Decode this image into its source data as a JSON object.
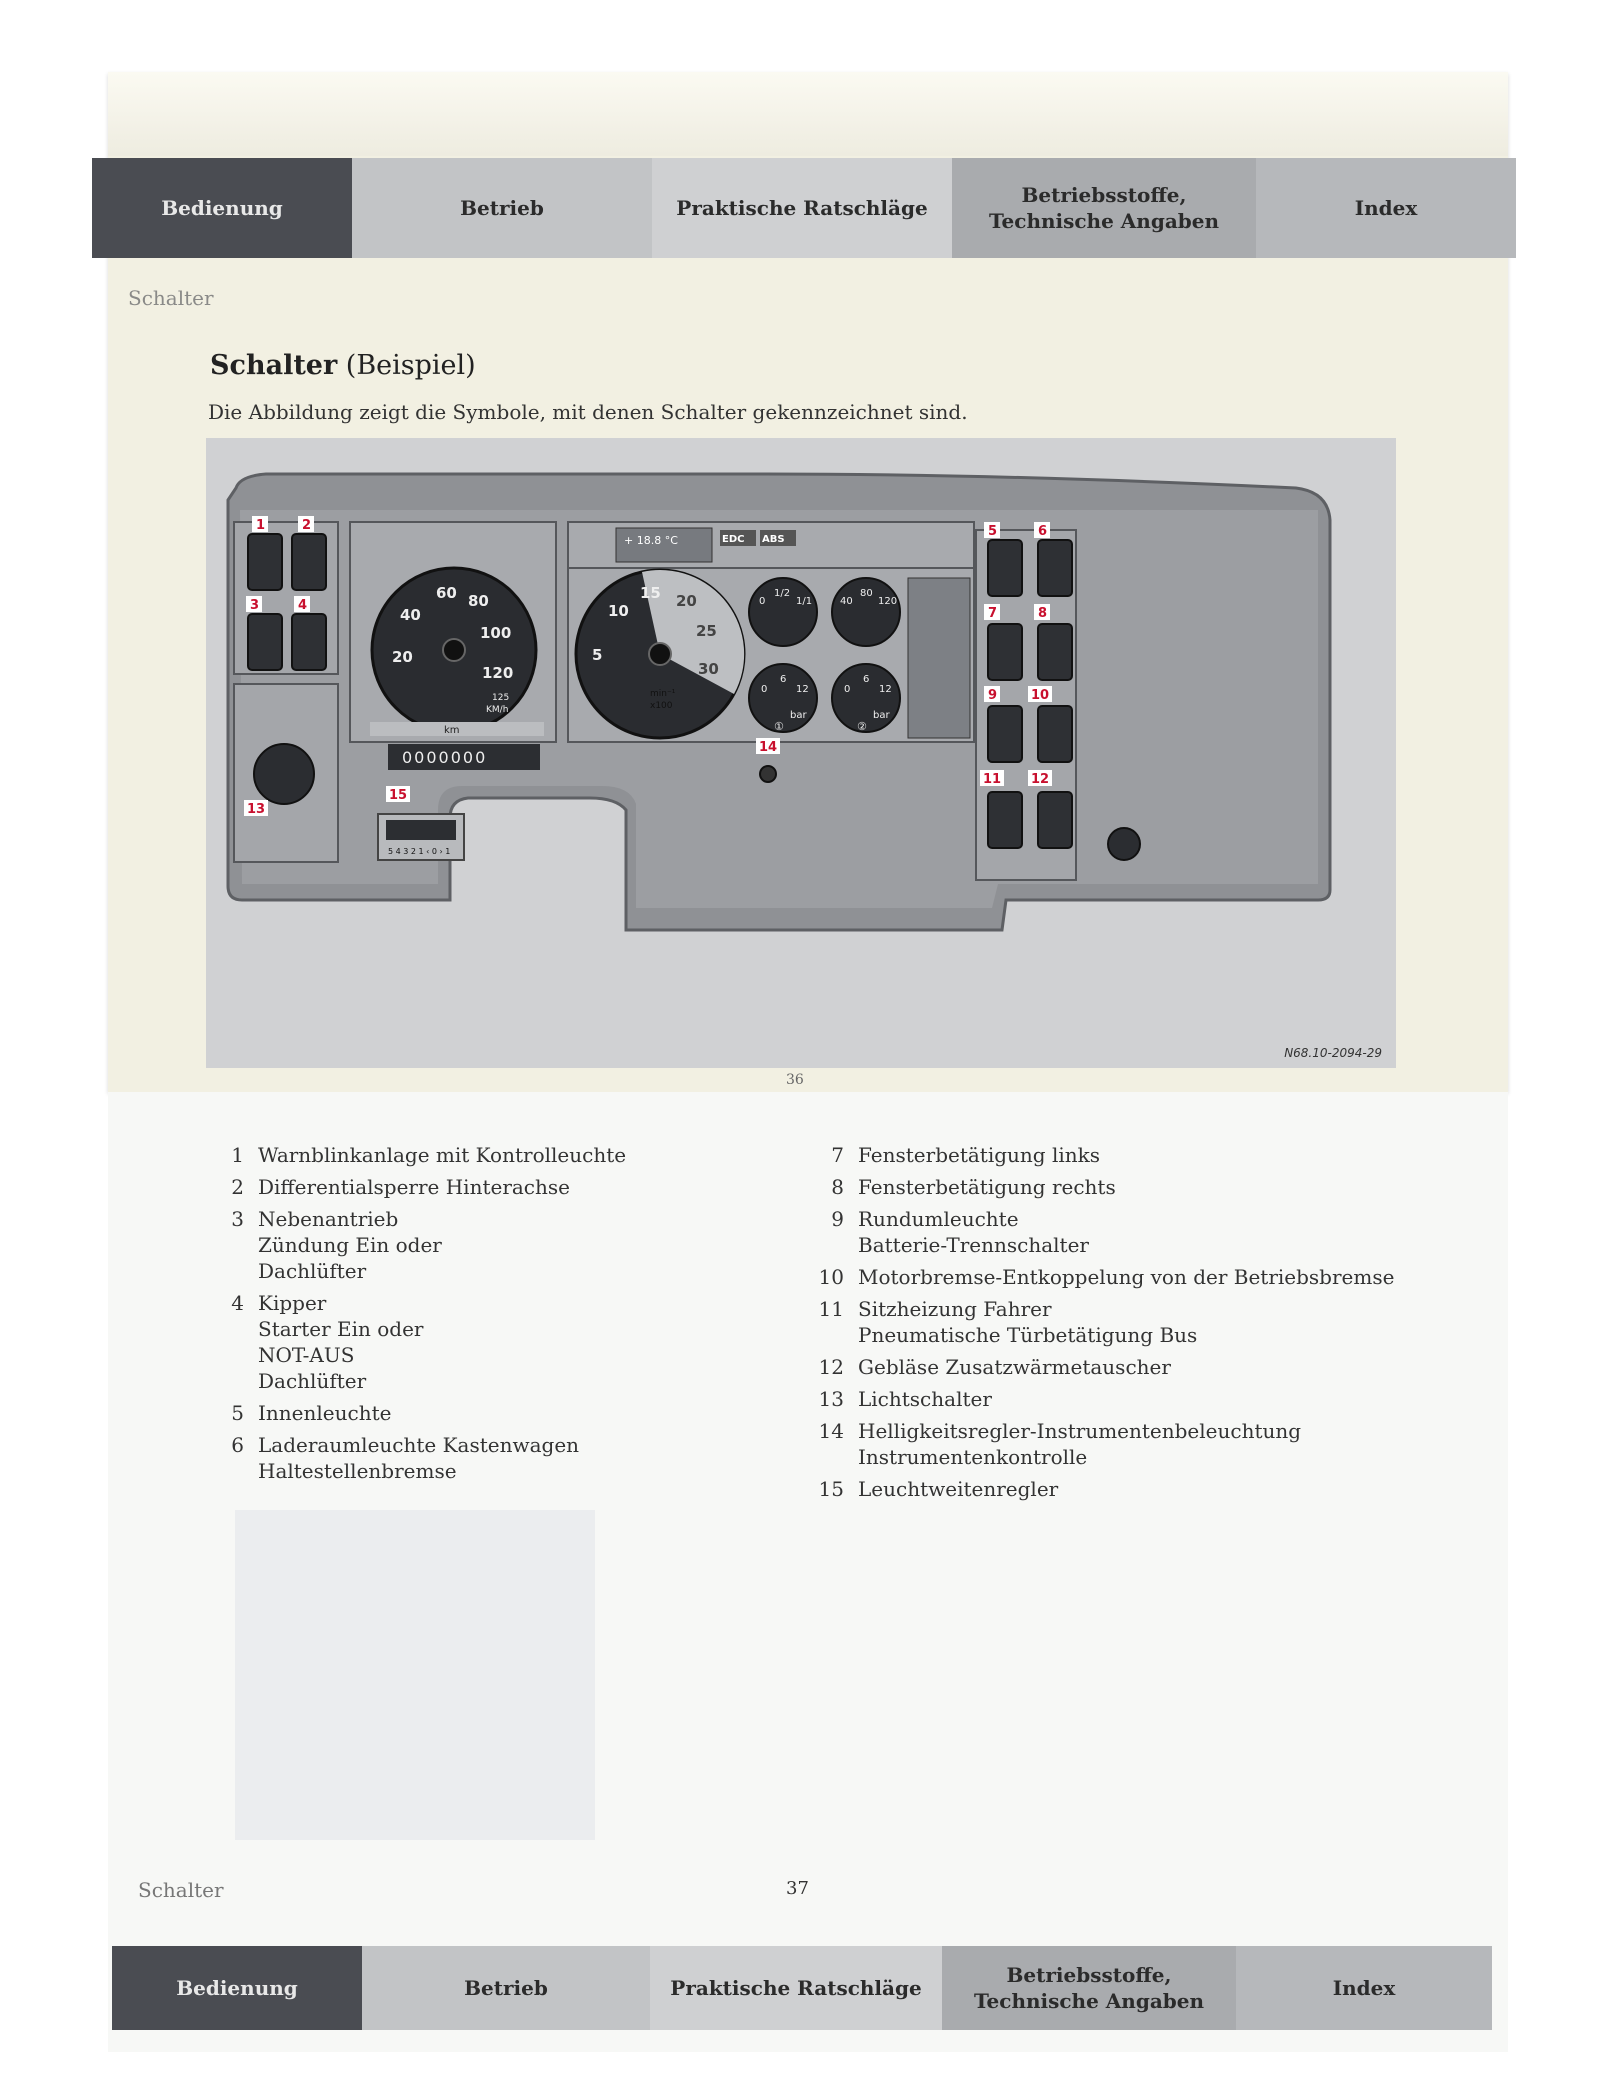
{
  "nav_top": {
    "tabs": [
      {
        "label": "Bedienung"
      },
      {
        "label": "Betrieb"
      },
      {
        "label": "Praktische Ratschläge"
      },
      {
        "label": "Betriebsstoffe,\nTechnische Angaben"
      },
      {
        "label": "Index"
      }
    ]
  },
  "nav_bottom": {
    "tabs": [
      {
        "label": "Bedienung"
      },
      {
        "label": "Betrieb"
      },
      {
        "label": "Praktische Ratschläge"
      },
      {
        "label": "Betriebsstoffe,\nTechnische Angaben"
      },
      {
        "label": "Index"
      }
    ]
  },
  "upper": {
    "section": "Schalter",
    "title_bold": "Schalter",
    "title_rest": " (Beispiel)",
    "intro": "Die Abbildung zeigt die Symbole, mit denen Schalter gekennzeichnet sind.",
    "page_number": "36",
    "figure_code": "N68.10-2094-29"
  },
  "figure": {
    "callouts": [
      "1",
      "2",
      "3",
      "4",
      "5",
      "6",
      "7",
      "8",
      "9",
      "10",
      "11",
      "12",
      "13",
      "14",
      "15"
    ],
    "speedo_ticks": [
      "20",
      "40",
      "60",
      "80",
      "100",
      "120"
    ],
    "speedo_unit_top": "125",
    "speedo_unit": "KM/h",
    "tacho_ticks": [
      "5",
      "10",
      "15",
      "20",
      "25",
      "30"
    ],
    "tacho_unit": "min⁻¹",
    "tacho_mult": "x100",
    "odometer": "0000000",
    "odo_km": "km",
    "temp_display": "+ 18.8 °C",
    "edc": "EDC",
    "abs": "ABS",
    "fuel_labels": [
      "0",
      "1/2",
      "1/1"
    ],
    "coolant_labels": [
      "40",
      "80",
      "120"
    ],
    "pressure_labels": [
      "0",
      "6",
      "12"
    ],
    "bar": "bar",
    "circuit1": "①",
    "circuit2": "②",
    "range_scale": "5 4 3 2 1 ‹ 0 › 1"
  },
  "lower": {
    "left_items": [
      {
        "num": "1",
        "lines": [
          "Warnblinkanlage mit Kontrolleuchte"
        ]
      },
      {
        "num": "2",
        "lines": [
          "Differentialsperre Hinterachse"
        ]
      },
      {
        "num": "3",
        "lines": [
          "Nebenantrieb",
          "Zündung Ein oder",
          "Dachlüfter"
        ]
      },
      {
        "num": "4",
        "lines": [
          "Kipper",
          "Starter Ein oder",
          "NOT-AUS",
          "Dachlüfter"
        ]
      },
      {
        "num": "5",
        "lines": [
          "Innenleuchte"
        ]
      },
      {
        "num": "6",
        "lines": [
          "Laderaumleuchte Kastenwagen",
          "Haltestellenbremse"
        ]
      }
    ],
    "right_items": [
      {
        "num": "7",
        "lines": [
          "Fensterbetätigung links"
        ]
      },
      {
        "num": "8",
        "lines": [
          "Fensterbetätigung rechts"
        ]
      },
      {
        "num": "9",
        "lines": [
          "Rundumleuchte",
          "Batterie-Trennschalter"
        ]
      },
      {
        "num": "10",
        "lines": [
          "Motorbremse-Entkoppelung von der Betriebsbremse"
        ]
      },
      {
        "num": "11",
        "lines": [
          "Sitzheizung Fahrer",
          "Pneumatische Türbetätigung Bus"
        ]
      },
      {
        "num": "12",
        "lines": [
          "Gebläse Zusatzwärmetauscher"
        ]
      },
      {
        "num": "13",
        "lines": [
          "Lichtschalter"
        ]
      },
      {
        "num": "14",
        "lines": [
          "Helligkeitsregler-Instrumentenbeleuchtung",
          "Instrumentenkontrolle"
        ]
      },
      {
        "num": "15",
        "lines": [
          "Leuchtweitenregler"
        ]
      }
    ],
    "footer_label": "Schalter",
    "page_number": "37"
  }
}
